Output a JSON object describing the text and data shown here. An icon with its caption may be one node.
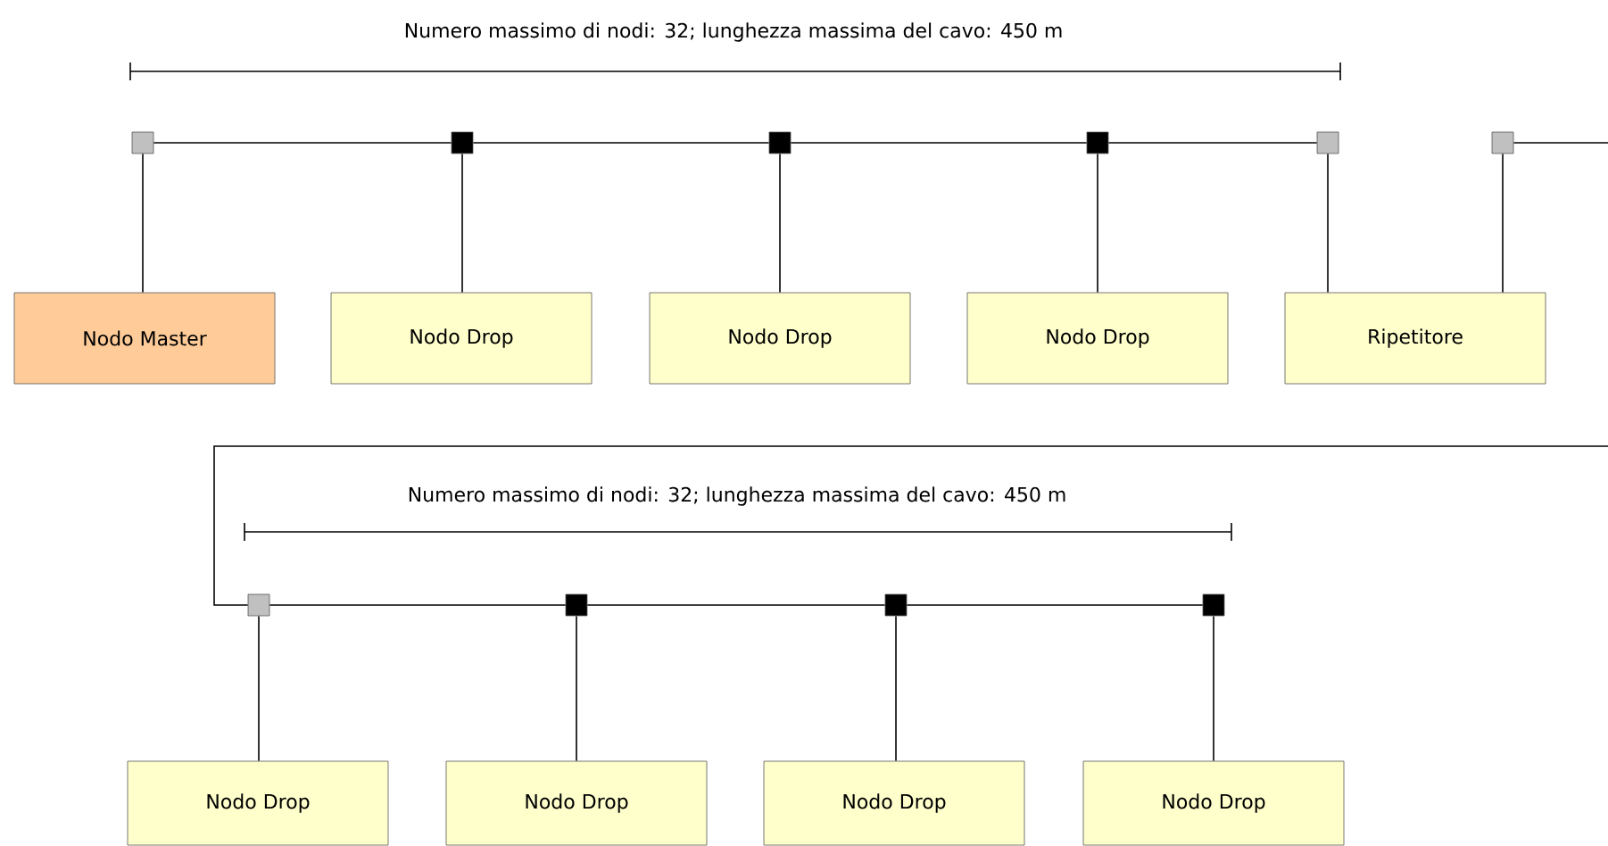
{
  "diagram": {
    "nodes": [
      {
        "text": [],
        "shape": "box"
      },
      {
        "text": [],
        "shape": "box"
      },
      {
        "text": [],
        "shape": "box"
      },
      {
        "text": [],
        "shape": "box"
      },
      {
        "text": [],
        "shape": "box"
      },
      {
        "text": [],
        "shape": "box"
      },
      {
        "text": [
          "Nodo Master"
        ]
      },
      {
        "text": [
          "Nodo Drop"
        ]
      },
      {
        "text": [
          "Nodo Drop"
        ]
      },
      {
        "text": [
          "Nodo Drop"
        ]
      },
      {
        "text": [
          "Ripetitore"
        ]
      },
      {
        "text": [],
        "shape": "box"
      },
      {
        "text": [],
        "shape": "box"
      },
      {
        "text": [],
        "shape": "box"
      },
      {
        "text": [],
        "shape": "box"
      },
      {
        "text": [
          "Nodo Drop"
        ]
      },
      {
        "text": [
          "Nodo Drop"
        ]
      },
      {
        "text": [
          "Nodo Drop"
        ]
      },
      {
        "text": [
          "Nodo Drop"
        ]
      }
    ],
    "edges": [
      {
        "from": 0,
        "to": 1,
        "arrow": "none"
      },
      {
        "from": 1,
        "to": 2,
        "arrow": "none"
      },
      {
        "from": 2,
        "to": 3,
        "arrow": "none"
      },
      {
        "from": 3,
        "to": 4,
        "arrow": "none"
      },
      {
        "from": 0,
        "to": 6,
        "arrow": "none"
      },
      {
        "from": 1,
        "to": 7,
        "arrow": "none"
      },
      {
        "from": 2,
        "to": 8,
        "arrow": "none"
      },
      {
        "from": 3,
        "to": 9,
        "arrow": "none"
      },
      {
        "from": 4,
        "to": 10,
        "arrow": "none"
      },
      {
        "from": 5,
        "to": 10,
        "arrow": "none"
      },
      {
        "from": 5,
        "to": 11,
        "arrow": "none"
      },
      {
        "from": 11,
        "to": 12,
        "arrow": "none"
      },
      {
        "from": 12,
        "to": 13,
        "arrow": "none"
      },
      {
        "from": 13,
        "to": 14,
        "arrow": "none"
      },
      {
        "from": 11,
        "to": 15,
        "arrow": "none"
      },
      {
        "from": 12,
        "to": 16,
        "arrow": "none"
      },
      {
        "from": 13,
        "to": 17,
        "arrow": "none"
      },
      {
        "from": 14,
        "to": 18,
        "arrow": "none"
      }
    ],
    "labels": [
      "Numero massimo di nodi: 32; lunghezza massima del cavo: 450 m",
      "Numero massimo di nodi: 32; lunghezza massima del cavo: 450 m"
    ]
  }
}
